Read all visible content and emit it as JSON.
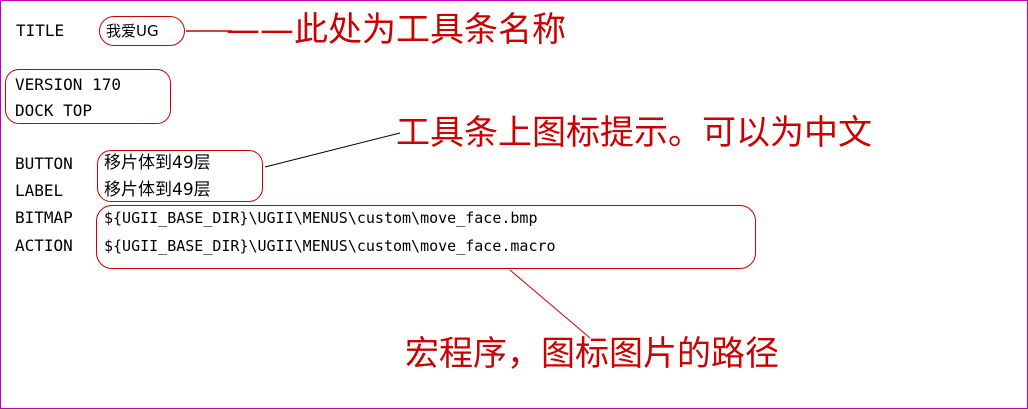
{
  "lines": {
    "title_key": "TITLE",
    "title_value": "我爱UG",
    "version": "VERSION 170",
    "dock": "DOCK TOP",
    "button_key": "BUTTON",
    "button_value": "移片体到49层",
    "label_key": "LABEL",
    "label_value": "移片体到49层",
    "bitmap_key": "BITMAP",
    "bitmap_value": "${UGII_BASE_DIR}\\UGII\\MENUS\\custom\\move_face.bmp",
    "action_key": "ACTION",
    "action_value": "${UGII_BASE_DIR}\\UGII\\MENUS\\custom\\move_face.macro"
  },
  "annotations": {
    "toolbar_name": "——此处为工具条名称",
    "icon_tip": "工具条上图标提示。可以为中文",
    "macro_path": "宏程序，图标图片的路径"
  },
  "colors": {
    "annotation": "#cc0000",
    "frame": "#c000c0"
  }
}
